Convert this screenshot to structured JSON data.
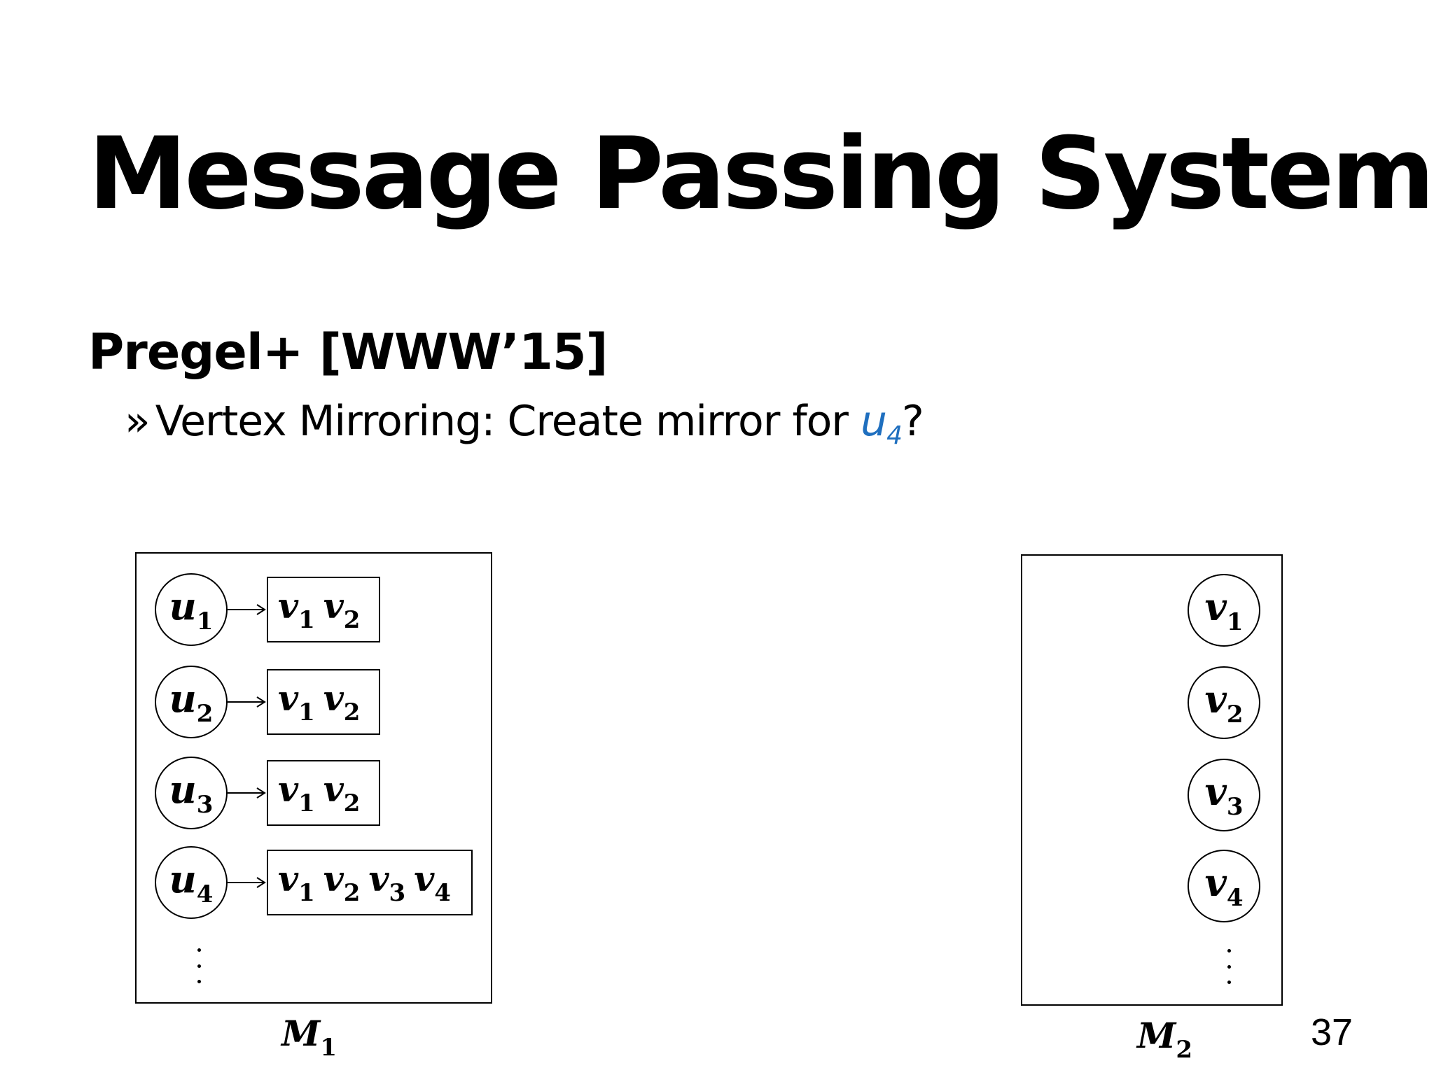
{
  "slide": {
    "title": "Message Passing Systems",
    "heading": "Pregel+ [WWW’15]",
    "bullet": {
      "marker": "»",
      "text": "Vertex Mirroring: Create mirror for ",
      "var_base": "u",
      "var_sub": "4",
      "suffix": "?"
    },
    "page_number": "37"
  },
  "colors": {
    "highlight": "#1f6fbf"
  },
  "diagram": {
    "machine1": {
      "label_base": "M",
      "label_sub": "1",
      "vertices": [
        {
          "base": "u",
          "sub": "1",
          "adjacency": [
            {
              "base": "v",
              "sub": "1"
            },
            {
              "base": "v",
              "sub": "2"
            }
          ]
        },
        {
          "base": "u",
          "sub": "2",
          "adjacency": [
            {
              "base": "v",
              "sub": "1"
            },
            {
              "base": "v",
              "sub": "2"
            }
          ]
        },
        {
          "base": "u",
          "sub": "3",
          "adjacency": [
            {
              "base": "v",
              "sub": "1"
            },
            {
              "base": "v",
              "sub": "2"
            }
          ]
        },
        {
          "base": "u",
          "sub": "4",
          "adjacency": [
            {
              "base": "v",
              "sub": "1"
            },
            {
              "base": "v",
              "sub": "2"
            },
            {
              "base": "v",
              "sub": "3"
            },
            {
              "base": "v",
              "sub": "4"
            }
          ]
        }
      ]
    },
    "machine2": {
      "label_base": "M",
      "label_sub": "2",
      "vertices": [
        {
          "base": "v",
          "sub": "1"
        },
        {
          "base": "v",
          "sub": "2"
        },
        {
          "base": "v",
          "sub": "3"
        },
        {
          "base": "v",
          "sub": "4"
        }
      ]
    }
  }
}
